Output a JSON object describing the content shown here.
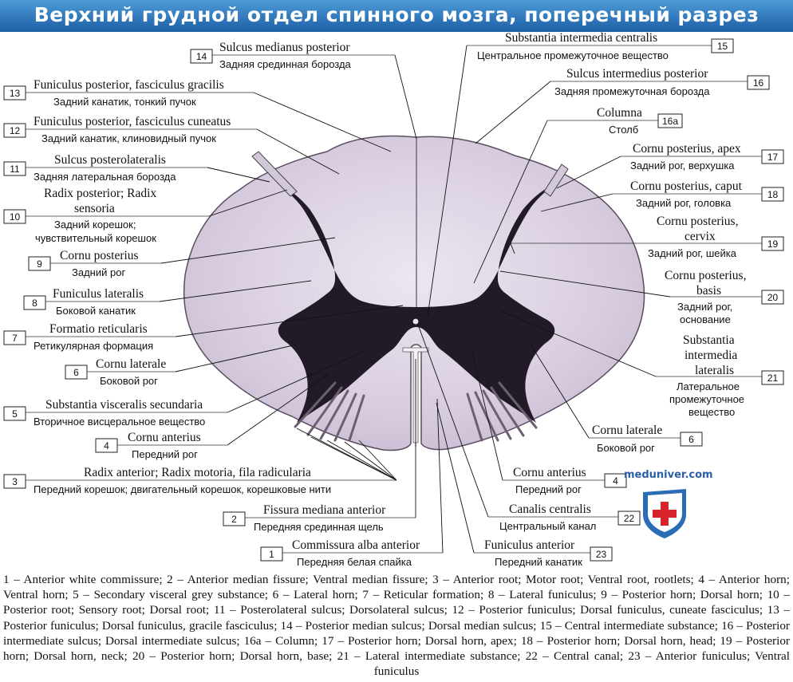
{
  "title": "Верхний грудной отдел спинного мозга, поперечный разрез",
  "watermark": "meduniver.com",
  "labels": [
    {
      "id": "14",
      "latin": "Sulcus medianus posterior",
      "russian": "Задняя срединная борозда"
    },
    {
      "id": "13",
      "latin": "Funiculus posterior, fasciculus gracilis",
      "russian": "Задний канатик, тонкий пучок"
    },
    {
      "id": "12",
      "latin": "Funiculus posterior, fasciculus cuneatus",
      "russian": "Задний канатик, клиновидный пучок"
    },
    {
      "id": "11",
      "latin": "Sulcus posterolateralis",
      "russian": "Задняя латеральная борозда"
    },
    {
      "id": "10",
      "latin_1": "Radix posterior; Radix",
      "latin_2": "sensoria",
      "russian_1": "Задний корешок;",
      "russian_2": "чувствительный корешок"
    },
    {
      "id": "9",
      "latin": "Cornu posterius",
      "russian": "Задний рог"
    },
    {
      "id": "8",
      "latin": "Funiculus lateralis",
      "russian": "Боковой канатик"
    },
    {
      "id": "7",
      "latin": "Formatio reticularis",
      "russian": "Ретикулярная формация"
    },
    {
      "id": "6",
      "latin": "Cornu laterale",
      "russian": "Боковой рог"
    },
    {
      "id": "5",
      "latin": "Substantia visceralis secundaria",
      "russian": "Вторичное висцеральное вещество"
    },
    {
      "id": "4",
      "latin": "Cornu anterius",
      "russian": "Передний рог"
    },
    {
      "id": "3",
      "latin": "Radix anterior; Radix motoria, fila radicularia",
      "russian": "Передний корешок; двигательный корешок, корешковые нити"
    },
    {
      "id": "2",
      "latin": "Fissura mediana anterior",
      "russian": "Передняя срединная щель"
    },
    {
      "id": "1",
      "latin": "Commissura alba anterior",
      "russian": "Передняя белая спайка"
    },
    {
      "id": "15",
      "latin": "Substantia intermedia centralis",
      "russian": "Центральное промежуточное вещество"
    },
    {
      "id": "16",
      "latin": "Sulcus intermedius posterior",
      "russian": "Задняя промежуточная борозда"
    },
    {
      "id": "16a",
      "latin": "Columna",
      "russian": "Столб"
    },
    {
      "id": "17",
      "latin": "Cornu posterius, apex",
      "russian": "Задний рог, верхушка"
    },
    {
      "id": "18",
      "latin": "Cornu posterius, caput",
      "russian": "Задний рог, головка"
    },
    {
      "id": "19",
      "latin_1": "Cornu posterius,",
      "latin_2": "cervix",
      "russian": "Задний рог, шейка"
    },
    {
      "id": "20",
      "latin_1": "Cornu posterius,",
      "latin_2": "basis",
      "russian_1": "Задний рог,",
      "russian_2": "основание"
    },
    {
      "id": "21",
      "latin_1": "Substantia",
      "latin_2": "intermedia",
      "latin_3": "lateralis",
      "russian_1": "Латеральное",
      "russian_2": "промежуточное",
      "russian_3": "вещество"
    },
    {
      "id": "6",
      "latin": "Cornu laterale",
      "russian": "Боковой рог"
    },
    {
      "id": "4",
      "latin": "Cornu anterius",
      "russian": "Передний рог"
    },
    {
      "id": "22",
      "latin": "Canalis centralis",
      "russian": "Центральный канал"
    },
    {
      "id": "23",
      "latin": "Funiculus anterior",
      "russian": "Передний канатик"
    }
  ],
  "legend": "1 – Anterior white commissure; 2 – Anterior median fissure; Ventral median fissure; 3 – Anterior root; Motor root; Ventral root, rootlets; 4 – Anterior horn; Ventral horn; 5 – Secondary visceral grey substance; 6 – Lateral horn; 7 – Reticular formation; 8 – Lateral funiculus; 9 – Posterior horn; Dorsal horn; 10 – Posterior root; Sensory root; Dorsal root; 11 – Posterolateral sulcus; Dorsolateral sulcus; 12 – Posterior funiculus; Dorsal funiculus, cuneate fasciculus; 13 – Posterior funiculus; Dorsal funiculus, gracile fasciculus; 14 – Posterior median sulcus; Dorsal median sulcus; 15 – Central intermediate substance; 16 – Posterior intermediate sulcus; Dorsal intermediate sulcus; 16a – Column; 17 – Posterior horn; Dorsal horn, apex; 18 – Posterior horn; Dorsal horn, head; 19 – Posterior horn; Dorsal horn, neck; 20 – Posterior horn; Dorsal horn, base; 21 – Lateral intermediate substance; 22 – Central canal; 23 – Anterior funiculus; Ventral funiculus",
  "colors": {
    "title_bg": "#2f77c0",
    "white_matter": "#d9cfe0",
    "grey_matter": "#201a24",
    "shield": "#2a6db5",
    "cross": "#d8232a"
  }
}
